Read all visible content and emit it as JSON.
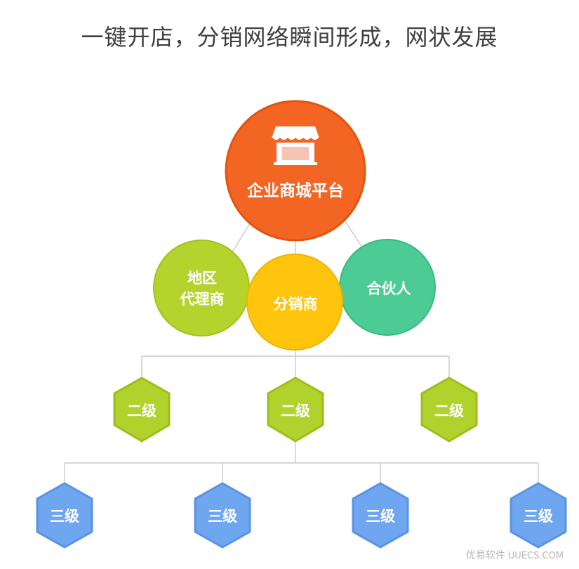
{
  "headline": "一键开店，分销网络瞬间形成，网状发展",
  "root": {
    "label": "企业商城平台",
    "icon": "storefront-icon",
    "color": "#f26522"
  },
  "level1": [
    {
      "line1": "地区",
      "line2": "代理商",
      "color": "#b5d32d"
    },
    {
      "label": "分销商",
      "color": "#ffc40c"
    },
    {
      "label": "合伙人",
      "color": "#4ccc94"
    }
  ],
  "level2": {
    "labels": [
      "二级",
      "二级",
      "二级"
    ],
    "color": "#b1d12c"
  },
  "level3": {
    "labels": [
      "三级",
      "三级",
      "三级",
      "三级"
    ],
    "color": "#6ea6ef"
  },
  "watermark": {
    "cn": "优易软件",
    "latin": "UUECS.COM"
  }
}
